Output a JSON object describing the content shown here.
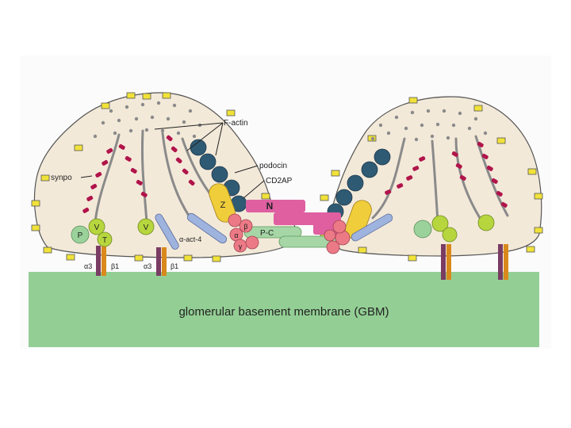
{
  "labels": {
    "f_actin": "F-actin",
    "podocin": "podocin",
    "cd2ap": "CD2AP",
    "synpo": "synpo",
    "alpha_act4": "α-act-4",
    "alpha3_a": "α3",
    "beta1_a": "β1",
    "alpha3_b": "α3",
    "beta1_b": "β1",
    "gbm": "glomerular basement membrane (GBM)"
  },
  "proteins": {
    "p": "P",
    "v1": "V",
    "t": "T",
    "v2": "V",
    "z": "Z",
    "beta": "β",
    "alpha": "α",
    "gamma": "γ",
    "nephrin": "N",
    "p_cadherin": "P-C"
  },
  "colors": {
    "cell_fill": "#f3e9d9",
    "gbm": "#93cf94",
    "membrane_marker": "#f1e23a",
    "actin_dot": "#8a8a8a",
    "synpo": "#b0144a",
    "podocin": "#2f5a74",
    "z_protein": "#f0cd3a",
    "nephrin": "#df5fa1",
    "catenin": "#ec7a86",
    "p_cadherin": "#a6d6a6",
    "alpha_actinin": "#9fb3df",
    "integrin_a": "#7a3c63",
    "integrin_b": "#d9891c",
    "v_protein": "#b7d63e",
    "p_protein": "#9bd19b"
  }
}
